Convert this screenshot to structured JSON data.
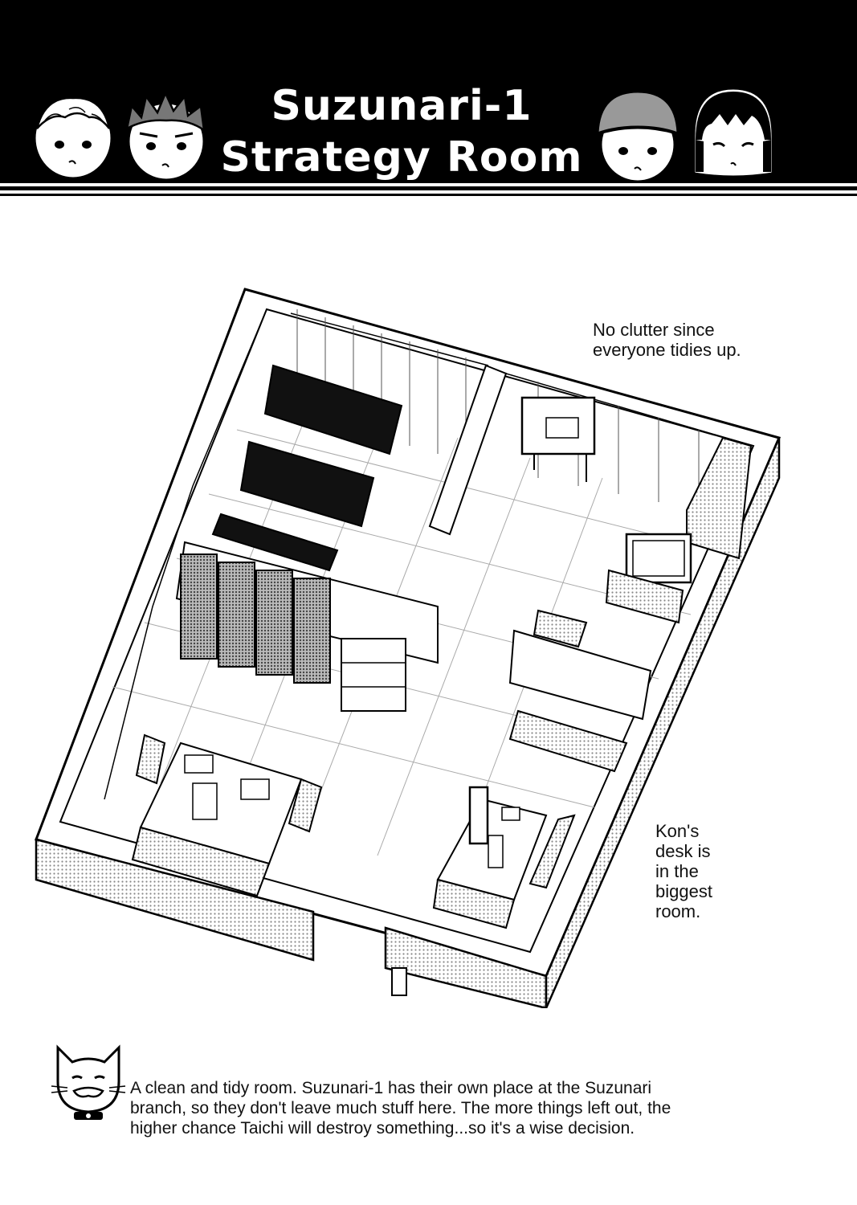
{
  "header": {
    "title_line1": "Suzunari-1",
    "title_line2": "Strategy Room"
  },
  "notes": {
    "clutter_line1": "No clutter since",
    "clutter_line2": "everyone tidies up.",
    "kon_line1": "Kon's",
    "kon_line2": "desk is",
    "kon_line3": "in the",
    "kon_line4": "biggest",
    "kon_line5": "room."
  },
  "caption": {
    "line1": "A clean and tidy room. Suzunari-1 has their own place at the Suzunari",
    "line2": "branch, so they don't leave much stuff here. The more things left out, the",
    "line3": "higher chance Taichi will destroy something...so it's a wise decision."
  },
  "icons": {
    "faces": [
      "blond-boy-face-icon",
      "spiky-hair-boy-face-icon",
      "beanie-girl-face-icon",
      "black-hair-girl-face-icon"
    ],
    "mascot": "cat-mascot-icon"
  }
}
